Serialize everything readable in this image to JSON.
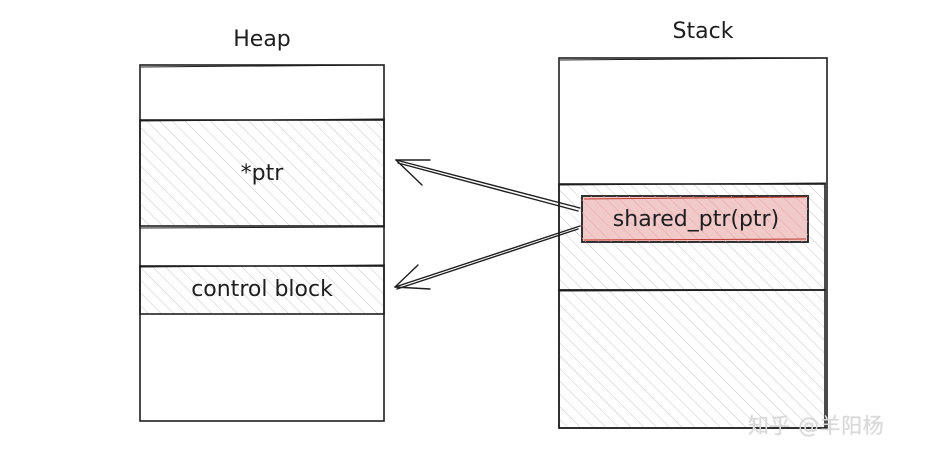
{
  "heap": {
    "title": "Heap",
    "ptr_label": "*ptr",
    "control_block_label": "control block"
  },
  "stack": {
    "title": "Stack",
    "shared_ptr_label": "shared_ptr(ptr)"
  },
  "watermark": "知乎 @羊阳杨",
  "colors": {
    "stroke": "#1e1e1e",
    "hatch": "#c7c7c7",
    "highlight_fill": "#f2c9c9",
    "highlight_stroke": "#c0392b",
    "watermark": "#d9d9d9"
  }
}
